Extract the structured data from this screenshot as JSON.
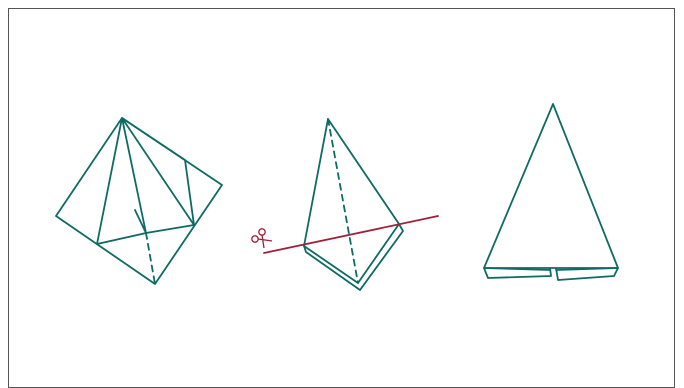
{
  "diagram": {
    "steps": [
      {
        "id": "folded-square",
        "description_text": ""
      },
      {
        "id": "cut-shape",
        "description_text": ""
      },
      {
        "id": "result-triangle",
        "description_text": ""
      }
    ],
    "colors": {
      "fold_lines": "#0e6b63",
      "cut_line": "#a0203a",
      "frame_border": "#555555"
    },
    "icons": {
      "cut_marker": "scissors-icon"
    }
  }
}
